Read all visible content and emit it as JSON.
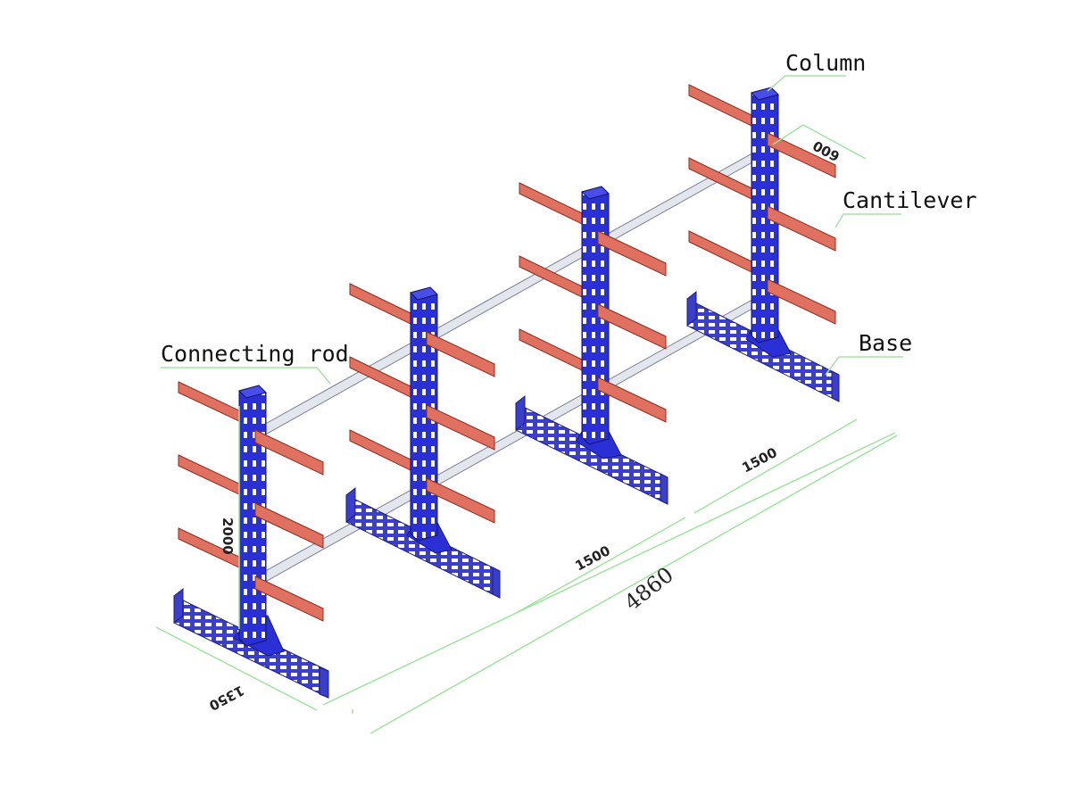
{
  "diagram": {
    "labels": {
      "column": "Column",
      "cantilever": "Cantilever",
      "base": "Base",
      "connecting_rod": "Connecting rod"
    },
    "dimensions": {
      "arm_length": "600",
      "spacing_1": "1500",
      "spacing_2": "1500",
      "total_length": "4860",
      "base_length": "1350",
      "height": "2000"
    },
    "colors": {
      "column": "#2b2fd6",
      "cantilever": "#e0705f",
      "base": "#3a3ec9",
      "rod": "#d9dbe2",
      "dimension_line": "#9fe39f",
      "leader_line": "#a9e0a9"
    }
  }
}
